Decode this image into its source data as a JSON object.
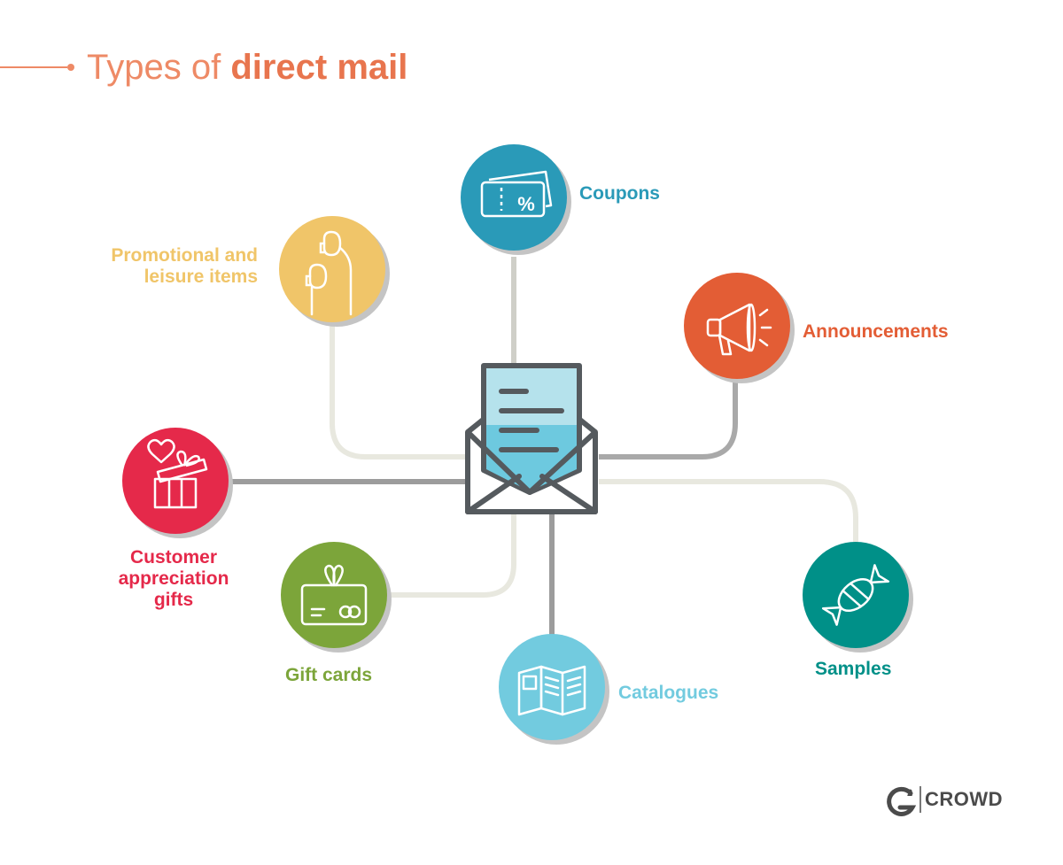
{
  "title": {
    "prefix": "Types of ",
    "emphasis": "direct mail"
  },
  "items": {
    "coupons": {
      "label": "Coupons",
      "icon": "coupon-ticket-icon",
      "color": "#2a9ab8"
    },
    "promo": {
      "line1": "Promotional and",
      "line2": "leisure items",
      "icon": "earbuds-icon",
      "color": "#f0c569"
    },
    "announcements": {
      "label": "Announcements",
      "icon": "megaphone-icon",
      "color": "#e35d35"
    },
    "customer_gifts": {
      "line1": "Customer",
      "line2": "appreciation",
      "line3": "gifts",
      "icon": "gift-box-heart-icon",
      "color": "#e5294a"
    },
    "gift_cards": {
      "label": "Gift cards",
      "icon": "gift-card-icon",
      "color": "#7ca53a"
    },
    "catalogues": {
      "label": "Catalogues",
      "icon": "open-catalogue-icon",
      "color": "#72cbdf"
    },
    "samples": {
      "label": "Samples",
      "icon": "wrapped-candy-icon",
      "color": "#009088"
    }
  },
  "center": {
    "icon": "open-envelope-letter-icon"
  },
  "brand": {
    "logo": "g2-logo-icon",
    "text": "CROWD"
  },
  "colors": {
    "connector": "#e8e8df",
    "connector_dark": "#9c9c9c",
    "shadow": "#bdbdbd",
    "title": "#ee8a66"
  }
}
